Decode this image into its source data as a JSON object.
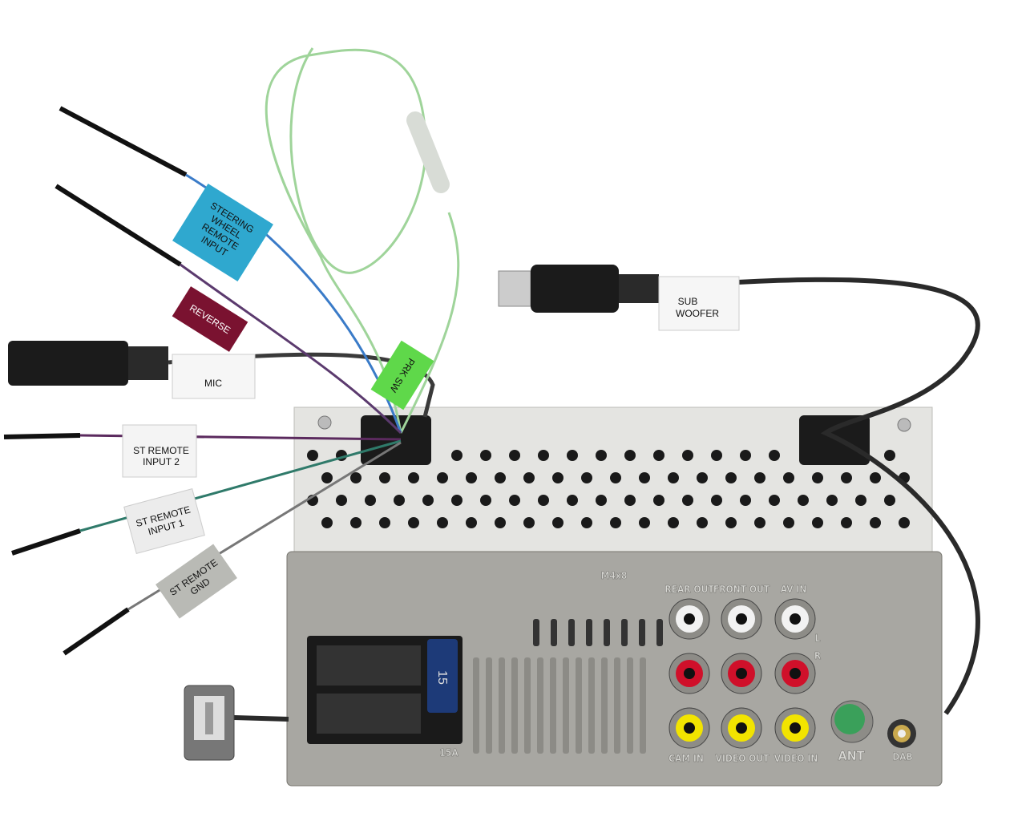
{
  "labels": {
    "steering": [
      "STEERING",
      "WHEEL",
      "REMOTE",
      "INPUT"
    ],
    "reverse": "REVERSE",
    "mic": "MIC",
    "prk": "PRK SW",
    "sub": [
      "SUB",
      "WOOFER"
    ],
    "st2": [
      "ST REMOTE",
      "INPUT 2"
    ],
    "st1": [
      "ST REMOTE",
      "INPUT 1"
    ],
    "gnd": [
      "ST REMOTE",
      "GND"
    ]
  },
  "unit": {
    "screw_spec": "M4x8",
    "rear_out": "REAR OUT",
    "front_out": "FRONT OUT",
    "av_in": "AV IN",
    "left": "L",
    "right": "R",
    "cam_in": "CAM IN",
    "video_out": "VIDEO OUT",
    "video_in": "VIDEO IN",
    "ant": "ANT",
    "dab": "DAB",
    "fuse_rating": "15A",
    "fuse_value": "15"
  },
  "colors": {
    "steering": "#2fa8cf",
    "reverse": "#7a1230",
    "prk": "#5fd84a",
    "rca_white": "#f2f2f2",
    "rca_red": "#d0102a",
    "rca_yellow": "#f2e400",
    "ant": "#3aa05a",
    "fuse": "#1d3a78"
  }
}
